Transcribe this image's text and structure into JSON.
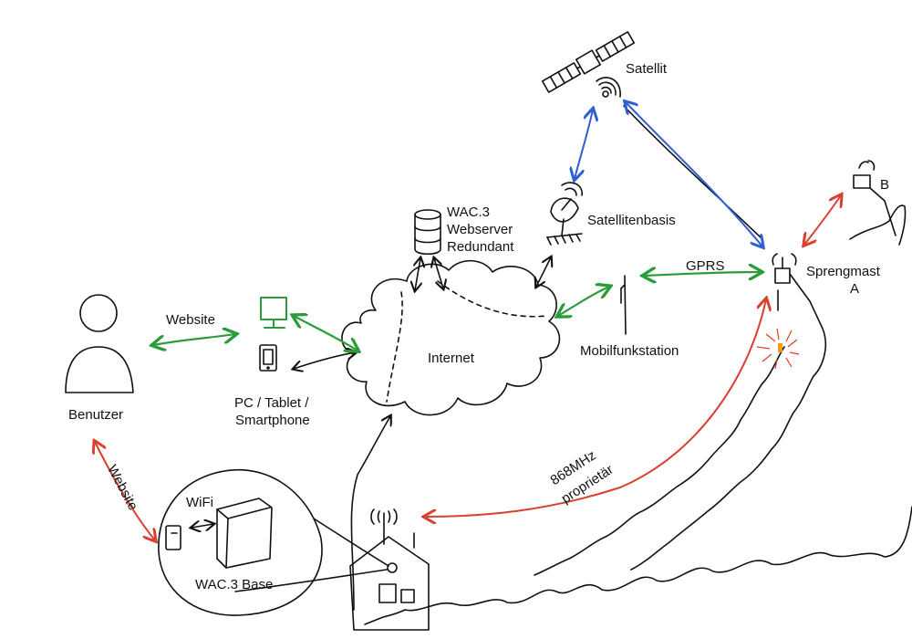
{
  "labels": {
    "satellite": "Satellit",
    "satellite_base": "Satellitenbasis",
    "server_line1": "WAC.3",
    "server_line2": "Webserver",
    "server_line3": "Redundant",
    "internet": "Internet",
    "cell_station": "Mobilfunkstation",
    "gprs": "GPRS",
    "mast_a_line1": "Sprengmast",
    "mast_a_line2": "A",
    "mast_b": "B",
    "user": "Benutzer",
    "website_top": "Website",
    "website_side": "Website",
    "devices_line1": "PC / Tablet /",
    "devices_line2": "Smartphone",
    "wifi": "WiFi",
    "base": "WAC.3 Base",
    "radio_line1": "868MHz",
    "radio_line2": "proprietär"
  },
  "colors": {
    "ink": "#111111",
    "green_link": "#2a9d3a",
    "blue_link": "#2f5fd0",
    "red_link": "#d8402f",
    "explosion": "#e8392b",
    "explosion_core": "#f39c12"
  }
}
